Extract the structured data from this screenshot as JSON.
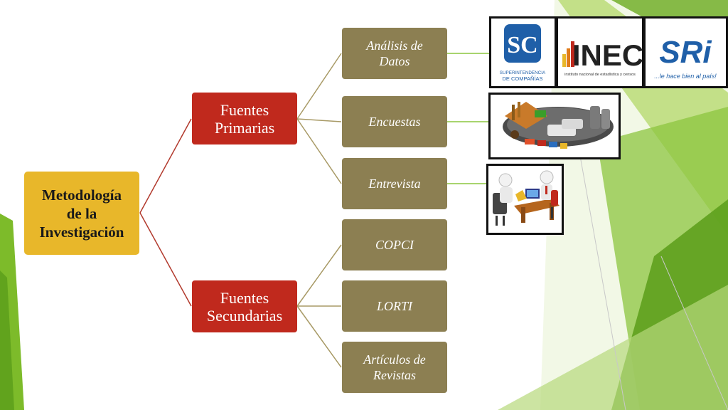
{
  "root": {
    "line1": "Metodología",
    "line2": "de la",
    "line3": "Investigación"
  },
  "primary": {
    "line1": "Fuentes",
    "line2": "Primarias",
    "children": [
      "Análisis de Datos",
      "Encuestas",
      "Entrevista"
    ]
  },
  "secondary": {
    "line1": "Fuentes",
    "line2": "Secundarias",
    "children": [
      "COPCI",
      "LORTI",
      "Artículos de Revistas"
    ]
  },
  "logos": {
    "supercias": {
      "text": "SC",
      "caption1": "SUPERINTENDENCIA",
      "caption2": "DE COMPAÑÍAS"
    },
    "inec": {
      "text": "INEC",
      "caption": "instituto nacional de estadística y censos"
    },
    "sri": {
      "text": "SRi",
      "caption": "...le hace bien al país!"
    }
  },
  "colors": {
    "root": "#e8b72a",
    "source": "#c0291d",
    "leaf": "#8c7f52",
    "accent_green": "#7dbb2a"
  }
}
